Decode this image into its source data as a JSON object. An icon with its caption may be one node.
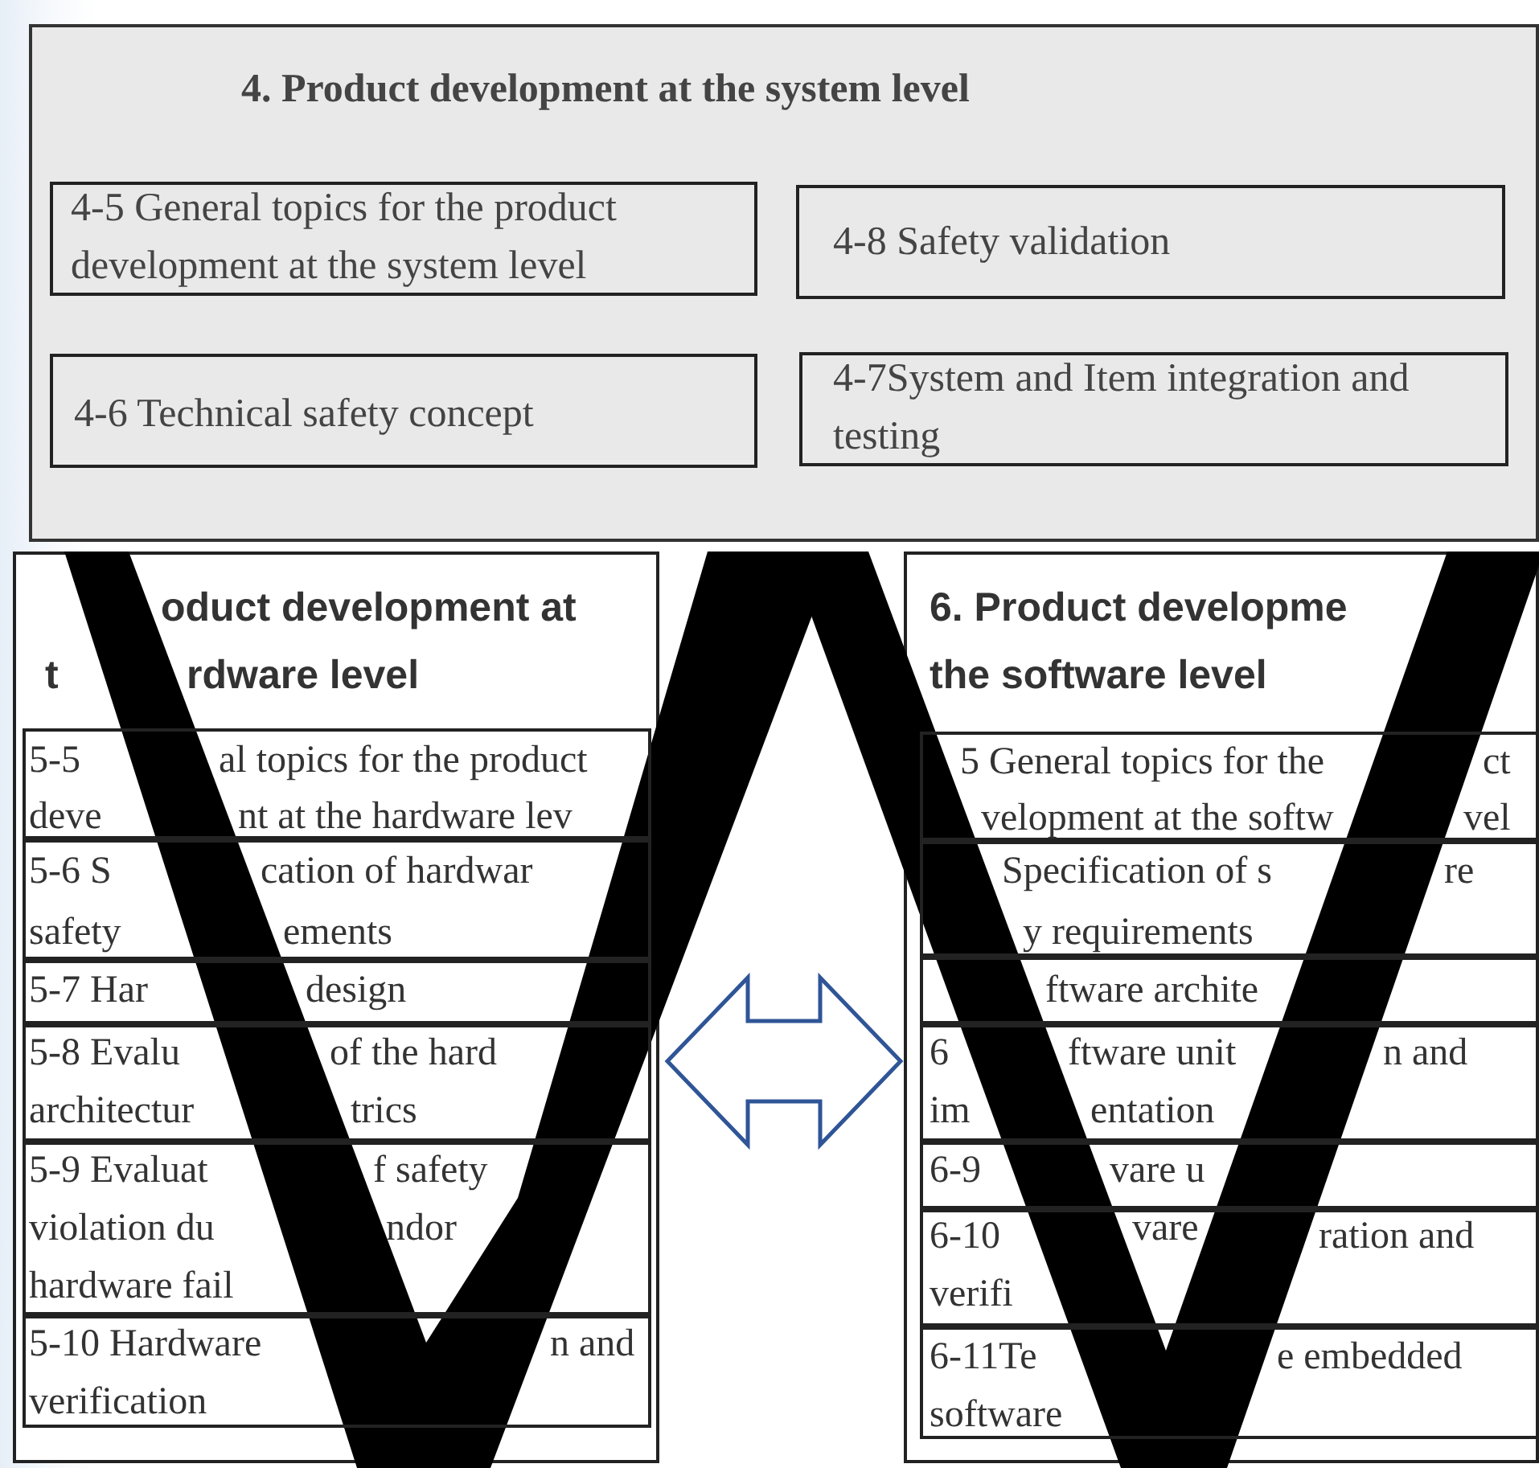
{
  "diagram": {
    "nodes": [
      {
        "text": [
          "4. Product development at the system level"
        ]
      },
      {
        "text": [
          "4-5 General topics for the product development at the system level"
        ],
        "in": 0
      },
      {
        "text": [
          "4-8 Safety validation"
        ],
        "in": 0
      },
      {
        "text": [
          "4-6 Technical safety concept"
        ],
        "in": 0
      },
      {
        "text": [
          "4-7System and Item integration and testing"
        ],
        "in": 0
      },
      {
        "text": [
          "oduct development at",
          "t",
          "rdware level"
        ]
      },
      {
        "text": [
          "5-5",
          "al topics for the product",
          "deve",
          "nt at the hardware lev"
        ],
        "in": 5
      },
      {
        "text": [
          "5-6 S",
          "cation of hardwar",
          "safety",
          "ements"
        ],
        "in": 5
      },
      {
        "text": [
          "5-7 Har",
          "design"
        ],
        "in": 5
      },
      {
        "text": [
          "5-8 Evalu",
          "of the hard",
          "architectur",
          "trics"
        ],
        "in": 5
      },
      {
        "text": [
          "5-9 Evaluat",
          "f safety",
          "violation du",
          "ndor",
          "hardware fail"
        ],
        "in": 5
      },
      {
        "text": [
          "5-10 Hardware",
          "n and",
          "verification"
        ],
        "in": 5
      },
      {
        "text": [
          "6. Product developme",
          "the software level"
        ]
      },
      {
        "text": [
          "5 General topics for the",
          "ct",
          "velopment at the softw",
          "vel"
        ],
        "in": 12
      },
      {
        "text": [
          "Specification of s",
          "re",
          "y requirements"
        ],
        "in": 12
      },
      {
        "text": [
          "ftware archite"
        ],
        "in": 12
      },
      {
        "text": [
          "6",
          "ftware unit",
          "n and",
          "im",
          "entation"
        ],
        "in": 12
      },
      {
        "text": [
          "6-9",
          "vare u"
        ],
        "in": 12
      },
      {
        "text": [
          "6-10",
          "vare",
          "ration and",
          "verifi"
        ],
        "in": 12
      },
      {
        "text": [
          "6-11Te",
          "e embedded",
          "software"
        ],
        "in": 12
      }
    ],
    "edges": [
      {
        "from": 5,
        "to": 12,
        "arrow": "both",
        "color": "#2f5597"
      }
    ]
  }
}
